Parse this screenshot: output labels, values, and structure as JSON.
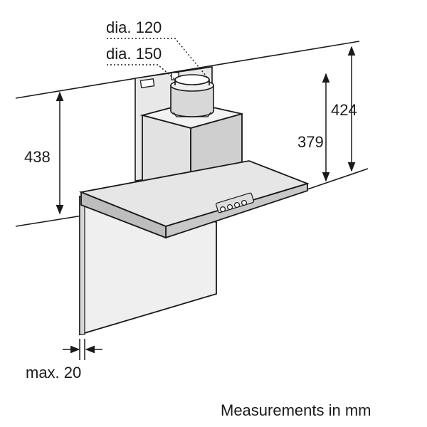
{
  "labels": {
    "dia_120": "dia. 120",
    "dia_150": "dia. 150",
    "height_438": "438",
    "height_424": "424",
    "height_379": "379",
    "max_20": "max. 20",
    "caption": "Measurements in mm"
  },
  "colors": {
    "line": "#1a1a1a",
    "panel": "#efefef",
    "hood_top": "#e6e6e6",
    "hood_front": "#c8c8c8",
    "chimney_front": "#e2e2e2",
    "chimney_side": "#cfcfcf",
    "duct": "#d8d8d8"
  }
}
